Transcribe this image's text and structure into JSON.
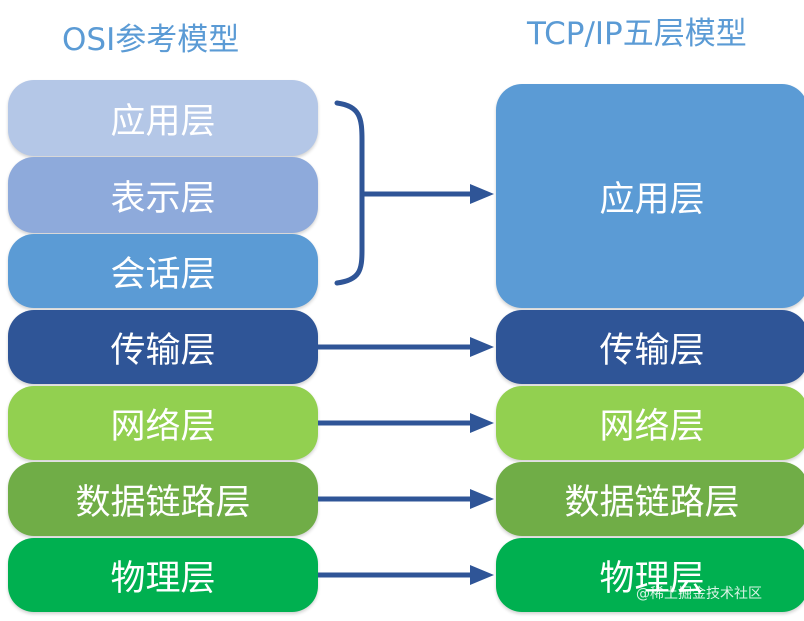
{
  "osi": {
    "title": "OSI参考模型",
    "layers": [
      {
        "label": "应用层",
        "color": "#b4c7e7"
      },
      {
        "label": "表示层",
        "color": "#8eaadb"
      },
      {
        "label": "会话层",
        "color": "#5b9bd5"
      },
      {
        "label": "传输层",
        "color": "#2f5597"
      },
      {
        "label": "网络层",
        "color": "#92d050"
      },
      {
        "label": "数据链路层",
        "color": "#70ad47"
      },
      {
        "label": "物理层",
        "color": "#00b050"
      }
    ]
  },
  "tcpip": {
    "title": "TCP/IP五层模型",
    "layers": [
      {
        "label": "应用层",
        "color": "#5b9bd5"
      },
      {
        "label": "传输层",
        "color": "#2f5597"
      },
      {
        "label": "网络层",
        "color": "#92d050"
      },
      {
        "label": "数据链路层",
        "color": "#70ad47"
      },
      {
        "label": "物理层",
        "color": "#00b050"
      }
    ]
  },
  "connector_color": "#2f5597",
  "watermark": "@稀土掘金技术社区"
}
